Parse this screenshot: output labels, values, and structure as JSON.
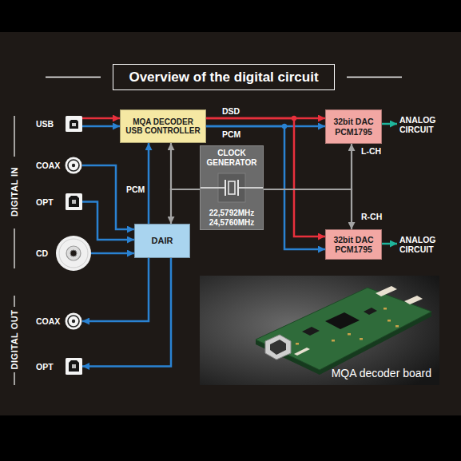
{
  "diagram": {
    "title": "Overview of the digital circuit",
    "nodes": [
      {
        "text": [
          "USB"
        ]
      },
      {
        "text": [
          "MQA DECODER USB CONTROLLER"
        ]
      },
      {
        "text": [
          "32bit DAC PCM1795"
        ]
      },
      {
        "text": [
          "COAX"
        ]
      },
      {
        "text": [
          "CLOCK GENERATOR",
          "22,5792MHz 24,5760MHz"
        ]
      },
      {
        "text": [
          "OPT"
        ]
      },
      {
        "text": [
          "DAIR"
        ]
      },
      {
        "text": [
          "CD"
        ]
      },
      {
        "text": [
          "32bit DAC PCM1795"
        ]
      },
      {
        "text": [
          "MQA decoder board"
        ]
      },
      {
        "text": [
          "COAX"
        ]
      },
      {
        "text": [
          "OPT"
        ]
      }
    ],
    "edges": [
      {
        "from": 0,
        "to": 1,
        "arrow": "to"
      },
      {
        "from": 0,
        "to": 1,
        "arrow": "to"
      },
      {
        "from": 1,
        "to": 2,
        "label": "DSD",
        "arrow": "to"
      },
      {
        "from": 1,
        "to": 2,
        "label": "PCM",
        "arrow": "to"
      },
      {
        "from": 1,
        "to": 8,
        "arrow": "to"
      },
      {
        "from": 1,
        "to": 8,
        "arrow": "to"
      },
      {
        "from": 3,
        "to": 6,
        "arrow": "to"
      },
      {
        "from": 5,
        "to": 6,
        "arrow": "to"
      },
      {
        "from": 7,
        "to": 6,
        "arrow": "to"
      },
      {
        "from": 6,
        "to": 1,
        "label": "PCM",
        "arrow": "to"
      },
      {
        "from": 6,
        "to": 10,
        "arrow": "to"
      },
      {
        "from": 6,
        "to": 11,
        "arrow": "to"
      },
      {
        "from": 4,
        "to": 1,
        "arrow": "to"
      },
      {
        "from": 4,
        "to": 6,
        "arrow": "to"
      },
      {
        "from": 4,
        "to": 2,
        "arrow": "to"
      },
      {
        "from": 4,
        "to": 8,
        "arrow": "to"
      }
    ],
    "labels": [
      "DIGITAL IN",
      "ANALOG CIRCUIT",
      "L-CH",
      "R-CH",
      "ANALOG CIRCUIT",
      "DIGITAL OUT"
    ]
  }
}
